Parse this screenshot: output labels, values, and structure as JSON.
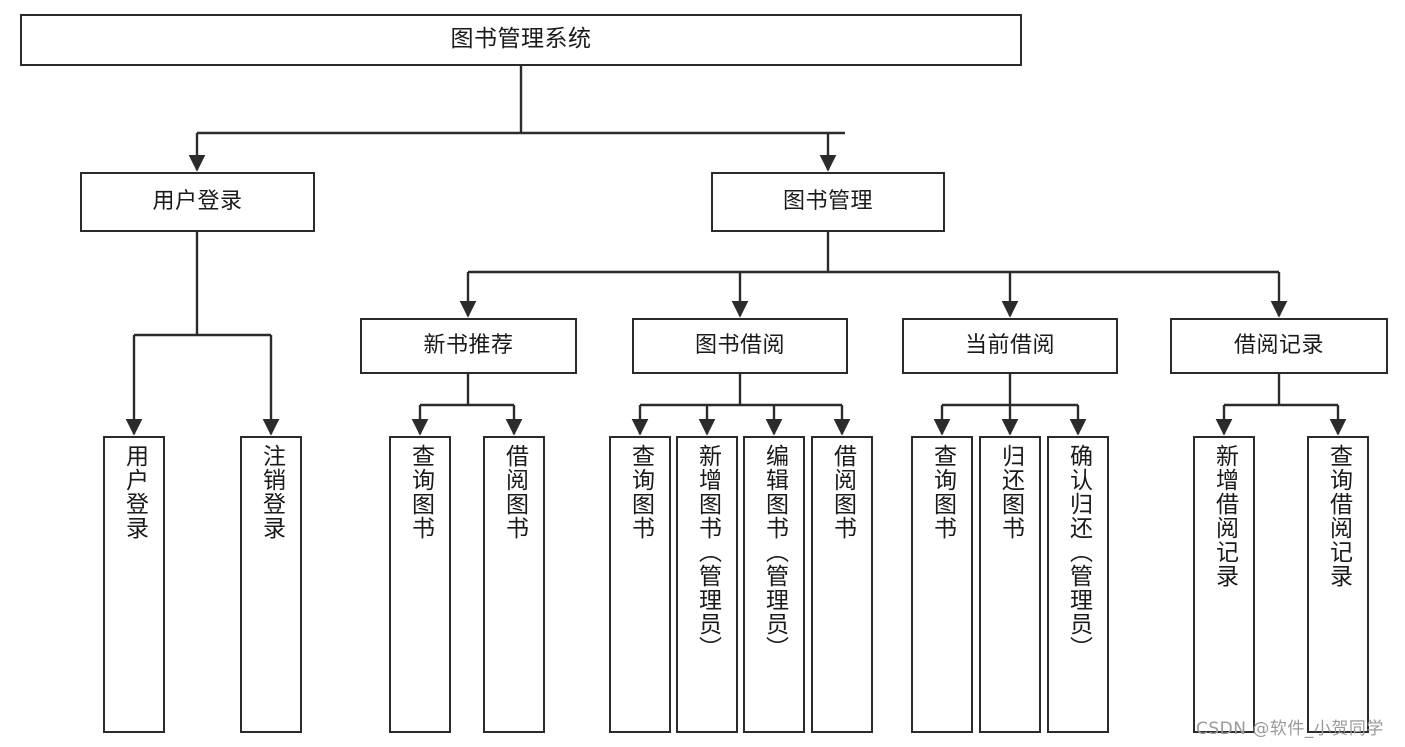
{
  "diagram": {
    "title": "图书管理系统",
    "root": {
      "label": "图书管理系统"
    },
    "level2": [
      {
        "label": "用户登录"
      },
      {
        "label": "图书管理"
      }
    ],
    "level3": [
      {
        "label": "新书推荐"
      },
      {
        "label": "图书借阅"
      },
      {
        "label": "当前借阅"
      },
      {
        "label": "借阅记录"
      }
    ],
    "leaves": {
      "user_login": [
        {
          "label": "用户登录"
        },
        {
          "label": "注销登录"
        }
      ],
      "new_book_recommend": [
        {
          "label": "查询图书"
        },
        {
          "label": "借阅图书"
        }
      ],
      "book_borrow": [
        {
          "label": "查询图书"
        },
        {
          "label": "新增图书（管理员）"
        },
        {
          "label": "编辑图书（管理员）"
        },
        {
          "label": "借阅图书"
        }
      ],
      "current_borrow": [
        {
          "label": "查询图书"
        },
        {
          "label": "归还图书"
        },
        {
          "label": "确认归还（管理员）"
        }
      ],
      "borrow_record": [
        {
          "label": "新增借阅记录"
        },
        {
          "label": "查询借阅记录"
        }
      ]
    }
  },
  "watermark": {
    "text": "CSDN @软件_小贺同学"
  },
  "colors": {
    "border": "#2b2b2b",
    "background": "#ffffff",
    "text": "#1a1a1a",
    "watermark": "#9a9a9a"
  }
}
